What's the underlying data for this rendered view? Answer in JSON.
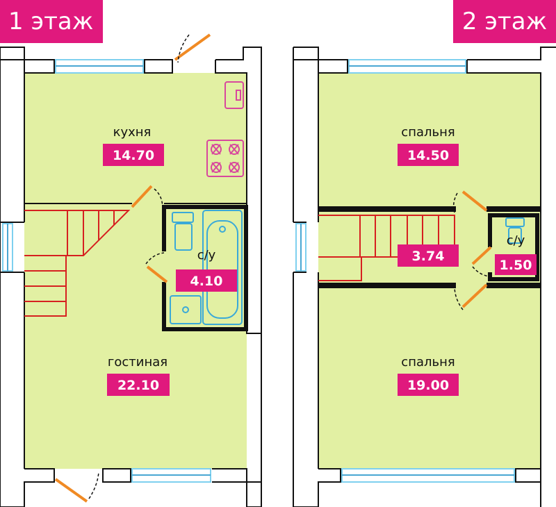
{
  "floors": [
    {
      "label": "1 этаж",
      "rooms": [
        {
          "name": "кухня",
          "area": "14.70"
        },
        {
          "name": "с/у",
          "area": "4.10"
        },
        {
          "name": "гостиная",
          "area": "22.10"
        }
      ]
    },
    {
      "label": "2 этаж",
      "rooms": [
        {
          "name": "спальня",
          "area": "14.50"
        },
        {
          "name": "",
          "area": "3.74"
        },
        {
          "name": "с/у",
          "area": "1.50"
        },
        {
          "name": "спальня",
          "area": "19.00"
        }
      ]
    }
  ],
  "colors": {
    "accent": "#e0197d",
    "floor_fill": "#e2f0a3",
    "wall": "#111111",
    "stairs": "#d62020",
    "door": "#f08a24",
    "window": "#49a7d3",
    "plumbing": "#3aa9d8",
    "appliance": "#d8479d"
  }
}
